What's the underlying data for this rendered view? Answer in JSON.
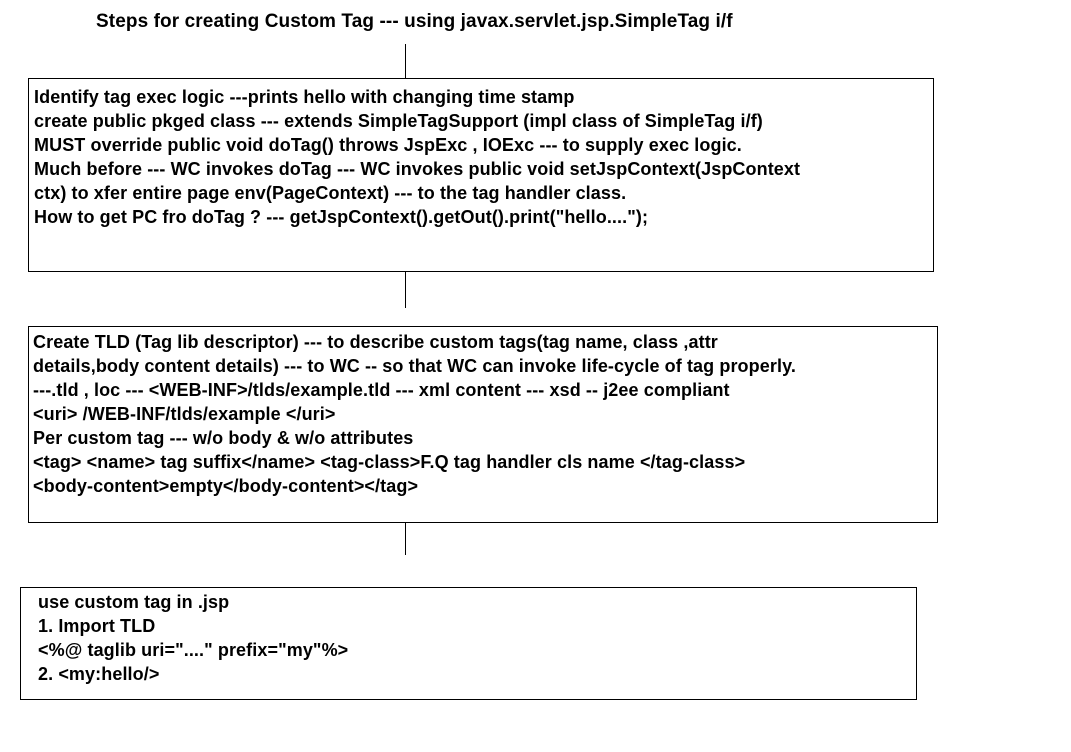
{
  "title": "Steps for creating Custom Tag --- using javax.servlet.jsp.SimpleTag i/f",
  "boxes": [
    {
      "lines": [
        "Identify tag exec logic ---prints hello with changing time stamp",
        "create public pkged class --- extends SimpleTagSupport (impl class of SimpleTag i/f)",
        "MUST override public void doTag() throws JspExc , IOExc --- to supply exec logic.",
        "Much before --- WC invokes doTag --- WC invokes public void setJspContext(JspContext",
        "ctx) to xfer entire page env(PageContext) --- to the tag handler class.",
        "How to get PC fro doTag ? --- getJspContext().getOut().print(\"hello....\");"
      ]
    },
    {
      "lines": [
        "Create TLD (Tag lib descriptor) --- to describe custom tags(tag name, class ,attr",
        "details,body content details) --- to WC -- so that WC can invoke life-cycle of tag properly.",
        "---.tld , loc --- <WEB-INF>/tlds/example.tld --- xml content --- xsd -- j2ee compliant",
        "<uri> /WEB-INF/tlds/example </uri>",
        "Per custom tag --- w/o body & w/o attributes",
        "<tag> <name> tag suffix</name> <tag-class>F.Q tag handler cls name </tag-class>",
        "<body-content>empty</body-content></tag>"
      ]
    },
    {
      "lines": [
        "use custom tag in .jsp",
        "1. Import TLD",
        "<%@ taglib uri=\"....\" prefix=\"my\"%>",
        "2. <my:hello/>"
      ]
    }
  ]
}
